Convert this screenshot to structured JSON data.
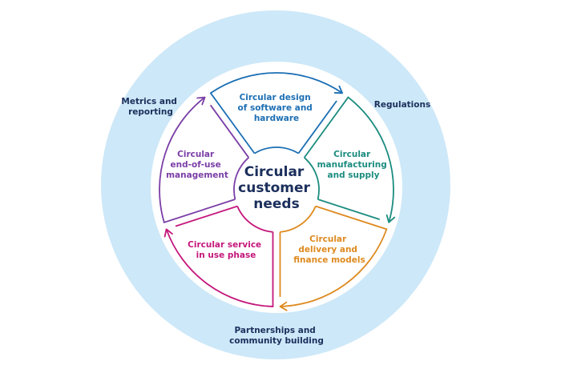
{
  "diagram": {
    "colors": {
      "outer_ring": "#cde8f8",
      "inner_disc": "#ffffff",
      "text_dark": "#1b2f5c"
    },
    "center": {
      "lines": [
        "Circular",
        "customer",
        "needs"
      ]
    },
    "outer_labels": [
      {
        "id": "metrics",
        "lines": [
          "Metrics and",
          "reporting"
        ]
      },
      {
        "id": "regulations",
        "lines": [
          "Regulations"
        ]
      },
      {
        "id": "partnerships",
        "lines": [
          "Partnerships and",
          "community building"
        ]
      }
    ],
    "segments": [
      {
        "id": "design",
        "color": "#1c6fb4",
        "lines": [
          "Circular design",
          "of software and",
          "hardware"
        ]
      },
      {
        "id": "manufacturing",
        "color": "#1b8c7f",
        "lines": [
          "Circular",
          "manufacturing",
          "and supply"
        ]
      },
      {
        "id": "delivery",
        "color": "#de8a1f",
        "lines": [
          "Circular",
          "delivery and",
          "finance models"
        ]
      },
      {
        "id": "service",
        "color": "#c4177b",
        "lines": [
          "Circular service",
          "in use phase"
        ]
      },
      {
        "id": "end-of-use",
        "color": "#7a3ea6",
        "lines": [
          "Circular",
          "end-of-use",
          "management"
        ]
      }
    ]
  }
}
